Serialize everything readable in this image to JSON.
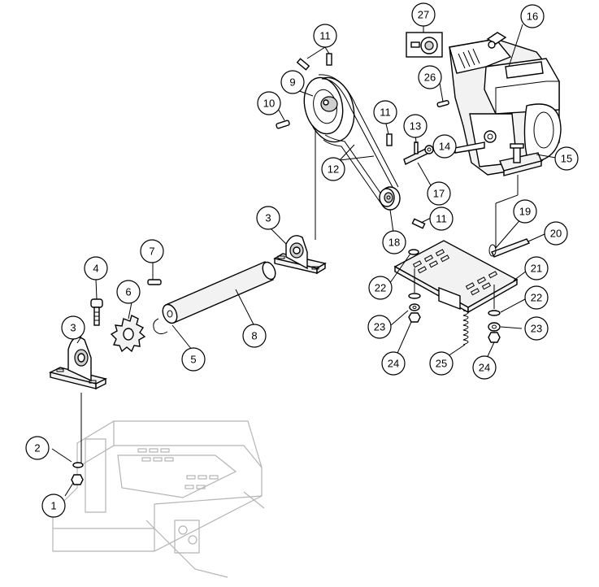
{
  "callouts": [
    {
      "id": "1",
      "text": "1"
    },
    {
      "id": "2",
      "text": "2"
    },
    {
      "id": "3a",
      "text": "3"
    },
    {
      "id": "3b",
      "text": "3"
    },
    {
      "id": "4",
      "text": "4"
    },
    {
      "id": "5",
      "text": "5"
    },
    {
      "id": "6",
      "text": "6"
    },
    {
      "id": "7",
      "text": "7"
    },
    {
      "id": "8",
      "text": "8"
    },
    {
      "id": "9",
      "text": "9"
    },
    {
      "id": "10",
      "text": "10"
    },
    {
      "id": "11a",
      "text": "11"
    },
    {
      "id": "11b",
      "text": "11"
    },
    {
      "id": "11c",
      "text": "11"
    },
    {
      "id": "12",
      "text": "12"
    },
    {
      "id": "13",
      "text": "13"
    },
    {
      "id": "14",
      "text": "14"
    },
    {
      "id": "15",
      "text": "15"
    },
    {
      "id": "16",
      "text": "16"
    },
    {
      "id": "17",
      "text": "17"
    },
    {
      "id": "18",
      "text": "18"
    },
    {
      "id": "19",
      "text": "19"
    },
    {
      "id": "20",
      "text": "20"
    },
    {
      "id": "21",
      "text": "21"
    },
    {
      "id": "22a",
      "text": "22"
    },
    {
      "id": "22b",
      "text": "22"
    },
    {
      "id": "23a",
      "text": "23"
    },
    {
      "id": "23b",
      "text": "23"
    },
    {
      "id": "24a",
      "text": "24"
    },
    {
      "id": "24b",
      "text": "24"
    },
    {
      "id": "25",
      "text": "25"
    },
    {
      "id": "26",
      "text": "26"
    },
    {
      "id": "27",
      "text": "27"
    }
  ]
}
